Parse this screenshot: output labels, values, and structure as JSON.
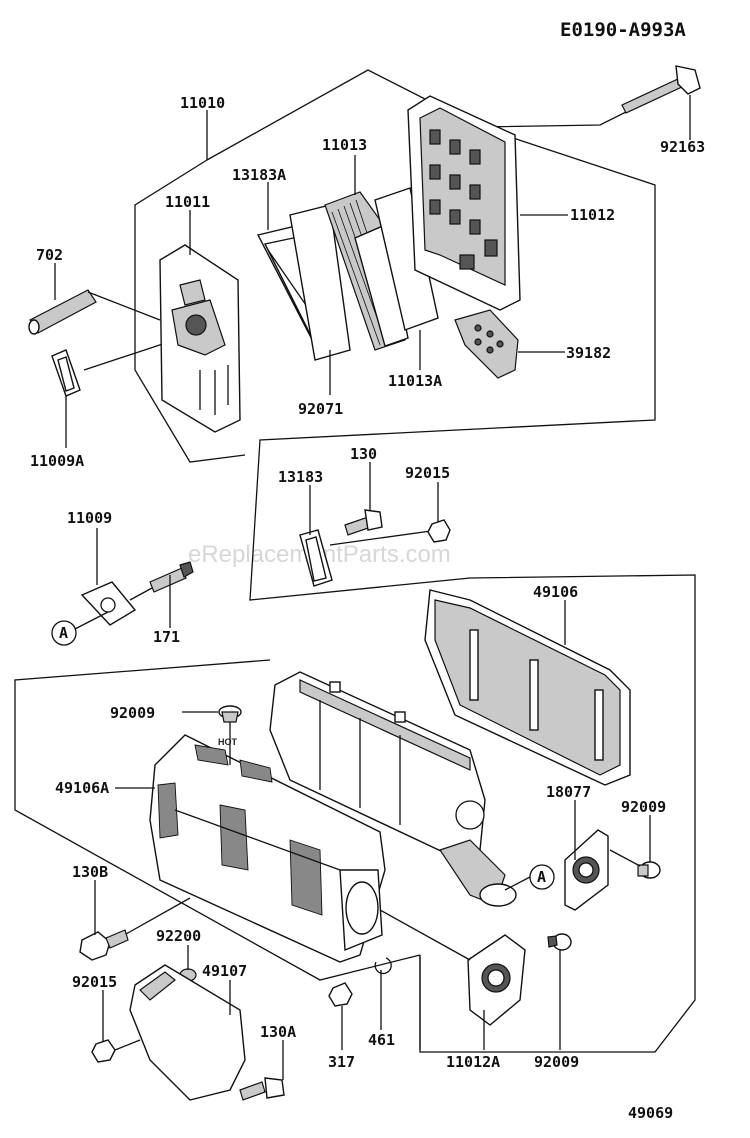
{
  "diagram_code": "E0190-A993A",
  "watermark": "eReplacementParts.com",
  "stamp_text": "HOT",
  "callout_ref": "A",
  "parts": {
    "p11010": "11010",
    "p11011": "11011",
    "p13183A": "13183A",
    "p11013": "11013",
    "p11012": "11012",
    "p92163": "92163",
    "p702": "702",
    "p39182": "39182",
    "p11013A": "11013A",
    "p92071": "92071",
    "p11009A": "11009A",
    "p13183": "13183",
    "p130": "130",
    "p92015_top": "92015",
    "p11009": "11009",
    "p171": "171",
    "p49106": "49106",
    "p92009_top": "92009",
    "p49106A": "49106A",
    "p18077": "18077",
    "p92009_right": "92009",
    "p130B": "130B",
    "p92200": "92200",
    "p92015_bottom": "92015",
    "p49107": "49107",
    "p130A": "130A",
    "p317": "317",
    "p461": "461",
    "p11012A": "11012A",
    "p92009_bottom": "92009",
    "p49069": "49069"
  }
}
